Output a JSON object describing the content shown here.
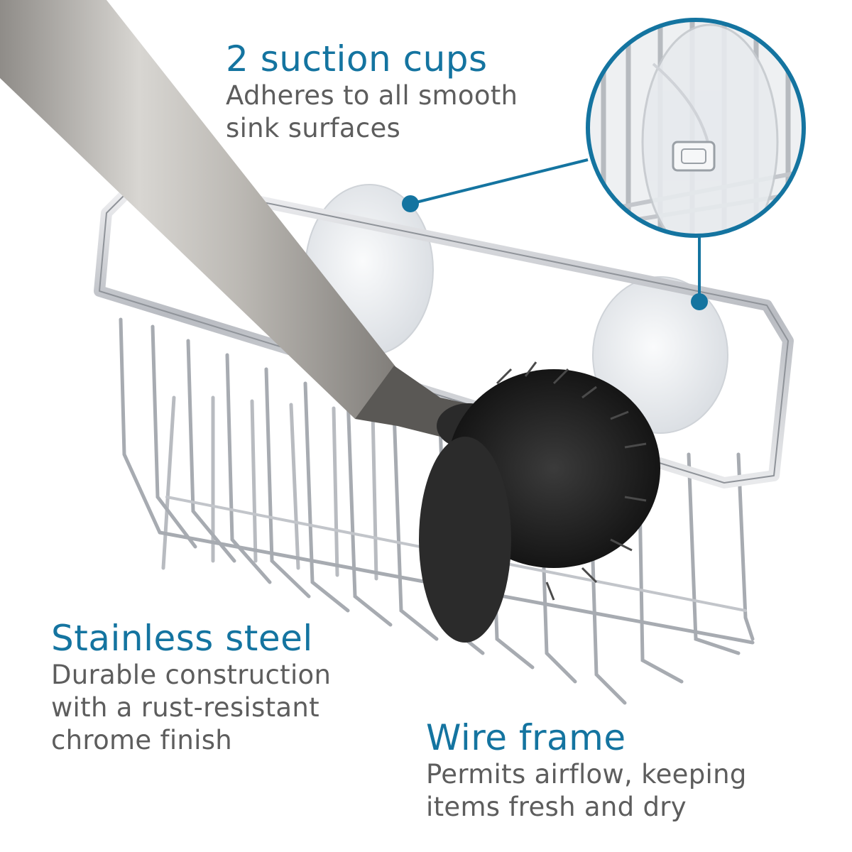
{
  "accent_color": "#1474a0",
  "text_color": "#5d5d5d",
  "features": {
    "suction": {
      "title": "2 suction cups",
      "body": "Adheres to all smooth\nsink surfaces"
    },
    "steel": {
      "title": "Stainless steel",
      "body": "Durable construction\nwith a rust-resistant\nchrome finish"
    },
    "wire": {
      "title": "Wire frame",
      "body": "Permits airflow, keeping\nitems fresh and dry"
    }
  }
}
